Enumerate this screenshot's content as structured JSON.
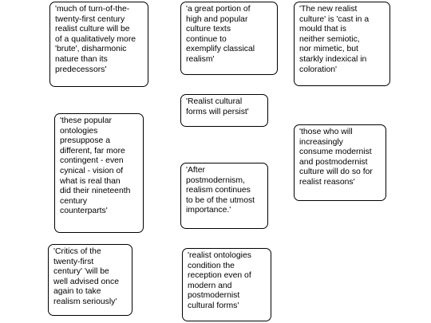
{
  "notes": [
    {
      "id": "n1",
      "text": "'much of turn-of-the-\ntwenty-first century\nrealist culture will be\nof a qualitatively more\n'brute', disharmonic\nnature  than its\npredecessors'"
    },
    {
      "id": "n2",
      "text": "'a great portion of\nhigh and popular\nculture texts\ncontinue to\nexemplify classical\nrealism'"
    },
    {
      "id": "n3",
      "text": "'The new realist\nculture' is 'cast in a\nmould that is\nneither semiotic,\nnor mimetic, but\nstarkly indexical in\ncoloration'"
    },
    {
      "id": "n4",
      "text": "'Realist cultural\nforms will persist'"
    },
    {
      "id": "n5",
      "text": "'these popular\nontologies\npresuppose a\ndifferent, far more\ncontingent - even\ncynical - vision of\nwhat is real than\ndid their nineteenth\ncentury\ncounterparts'"
    },
    {
      "id": "n6",
      "text": "'those who will\nincreasingly\nconsume modernist\nand postmodernist\nculture will do so for\nrealist reasons'"
    },
    {
      "id": "n7",
      "text": "'After\npostmodernism,\nrealism continues\nto be of the utmost\nimportance.'"
    },
    {
      "id": "n8",
      "text": "'Critics of the\ntwenty-first\ncentury' 'will be\nwell advised once\nagain to take\nrealism seriously'"
    },
    {
      "id": "n9",
      "text": "'realist ontologies\ncondition the\nreception even of\nmodern and\npostmodernist\ncultural forms'"
    }
  ]
}
